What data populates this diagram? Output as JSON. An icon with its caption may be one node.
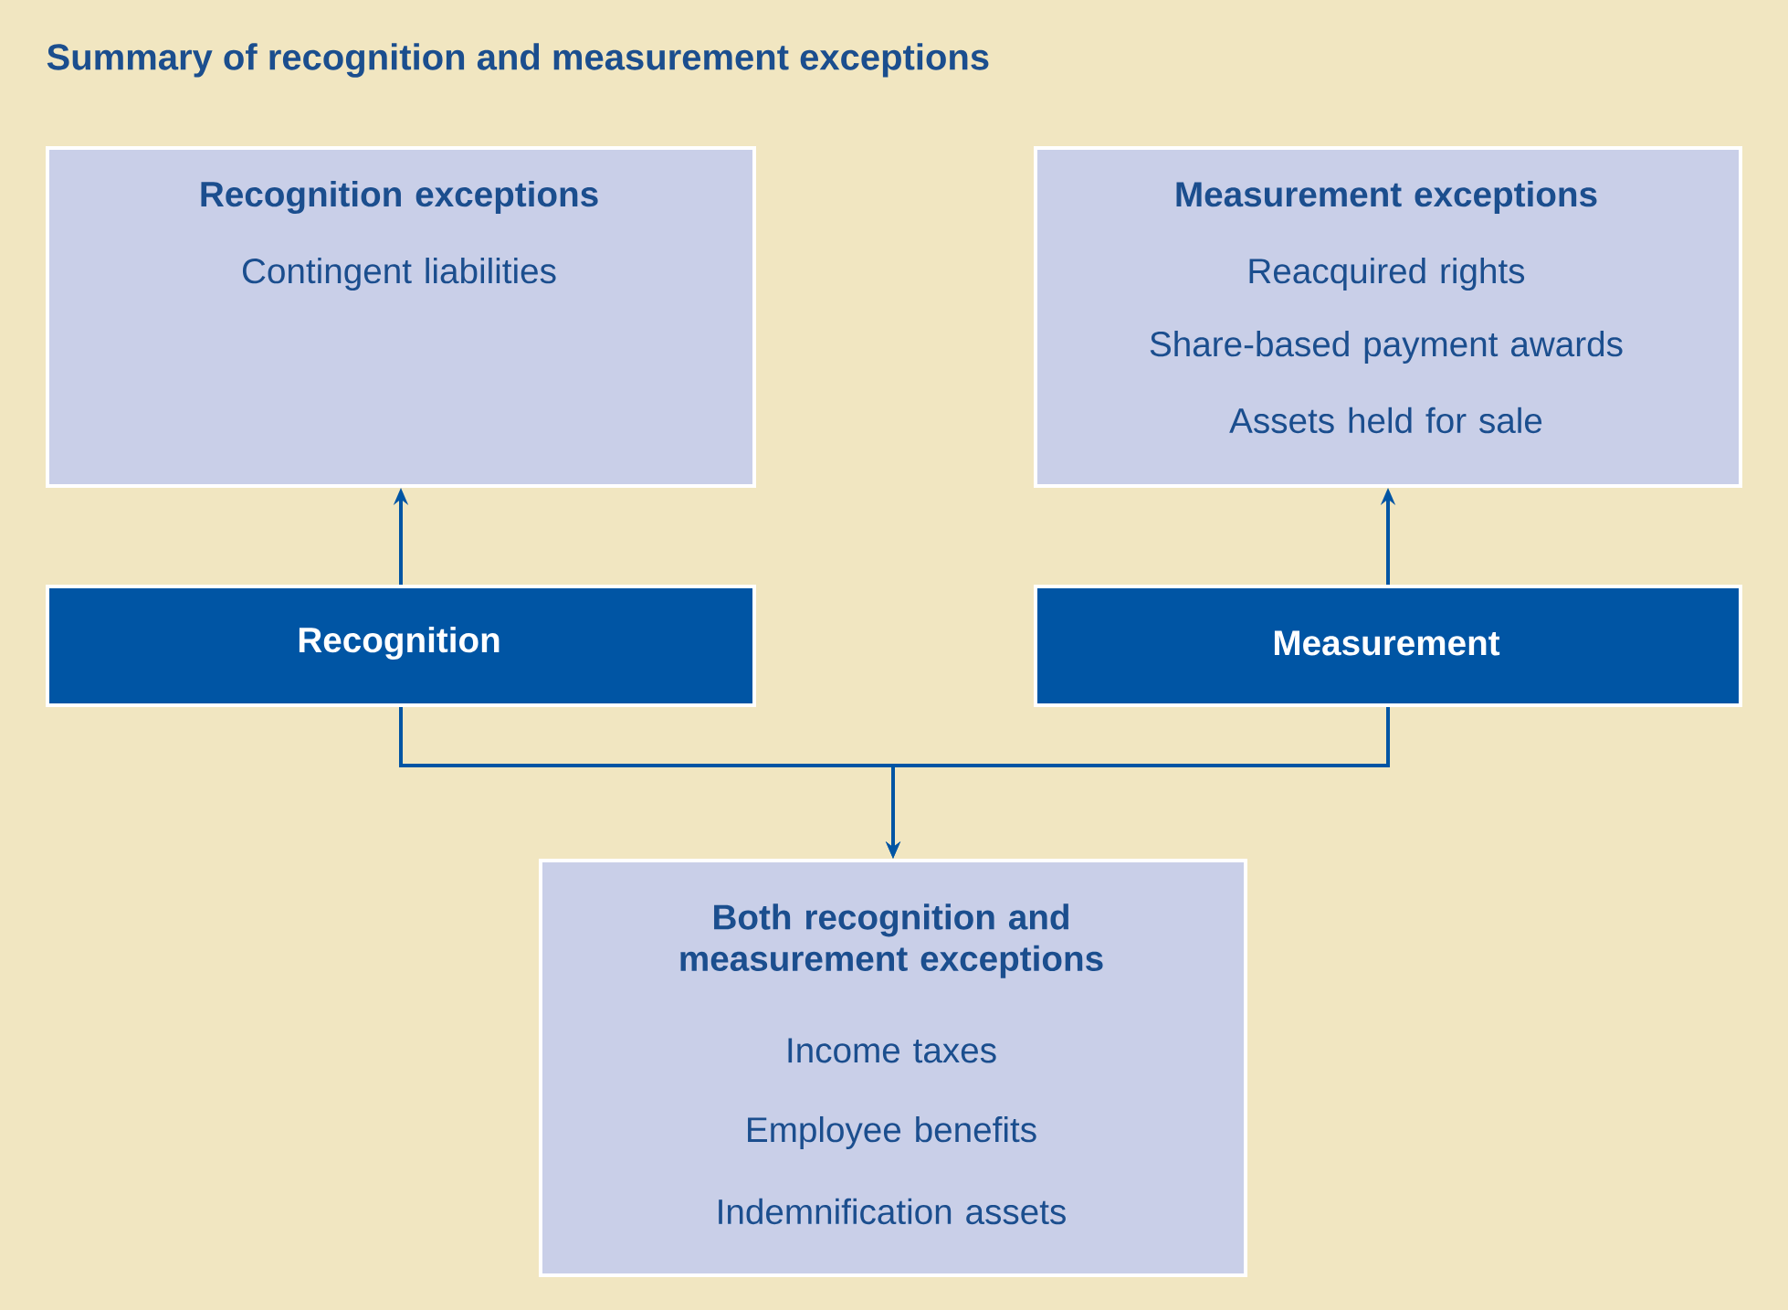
{
  "diagram": {
    "title": "Summary of recognition and measurement exceptions",
    "nodes": [
      {
        "text": [
          "Recognition exceptions",
          "Contingent liabilities"
        ]
      },
      {
        "text": [
          "Measurement exceptions",
          "Reacquired rights",
          "Share-based payment awards",
          "Assets held for sale"
        ]
      },
      {
        "text": [
          "Recognition"
        ]
      },
      {
        "text": [
          "Measurement"
        ]
      },
      {
        "text": [
          "Both recognition and measurement exceptions",
          "Income taxes",
          "Employee benefits",
          "Indemnification assets"
        ]
      }
    ],
    "edges": [
      {
        "from": 2,
        "to": 0,
        "arrow": "to"
      },
      {
        "from": 3,
        "to": 1,
        "arrow": "to"
      },
      {
        "from": 2,
        "to": 4,
        "arrow": "to"
      },
      {
        "from": 3,
        "to": 4,
        "arrow": "to"
      }
    ]
  }
}
